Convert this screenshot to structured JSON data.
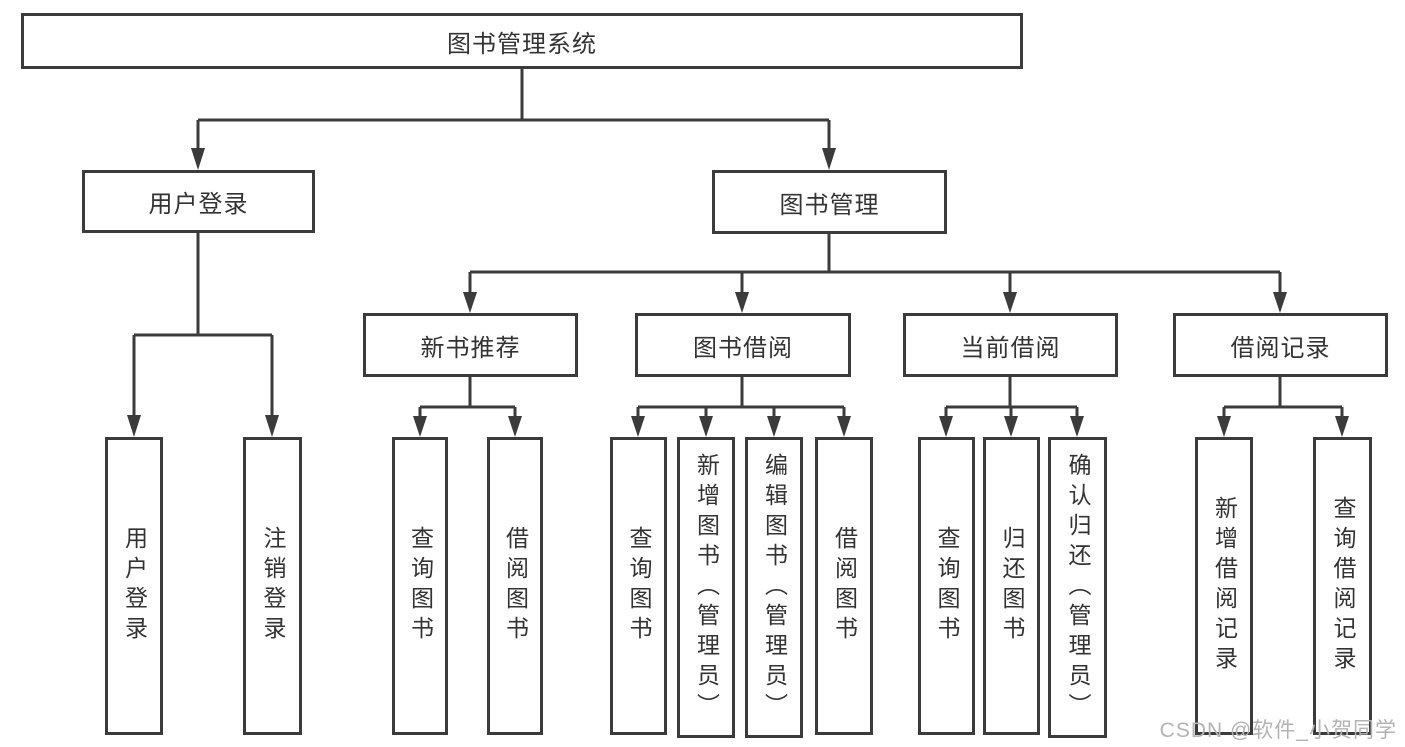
{
  "diagram": {
    "type": "hierarchy-tree",
    "root": {
      "label": "图书管理系统"
    },
    "branches": [
      {
        "label": "用户登录",
        "children": [
          {
            "label": "用户登录"
          },
          {
            "label": "注销登录"
          }
        ]
      },
      {
        "label": "图书管理",
        "children": [
          {
            "label": "新书推荐",
            "children": [
              {
                "label": "查询图书"
              },
              {
                "label": "借阅图书"
              }
            ]
          },
          {
            "label": "图书借阅",
            "children": [
              {
                "label": "查询图书"
              },
              {
                "label": "新增图书（管理员）"
              },
              {
                "label": "编辑图书（管理员）"
              },
              {
                "label": "借阅图书"
              }
            ]
          },
          {
            "label": "当前借阅",
            "children": [
              {
                "label": "查询图书"
              },
              {
                "label": "归还图书"
              },
              {
                "label": "确认归还（管理员）"
              }
            ]
          },
          {
            "label": "借阅记录",
            "children": [
              {
                "label": "新增借阅记录"
              },
              {
                "label": "查询借阅记录"
              }
            ]
          }
        ]
      }
    ]
  },
  "watermark": {
    "text": "CSDN @软件_小贺同学"
  },
  "colors": {
    "line": "#3b3b3b",
    "text": "#333333",
    "box_fill": "#ffffff",
    "background": "#ffffff",
    "watermark": "#b3b3b3"
  }
}
